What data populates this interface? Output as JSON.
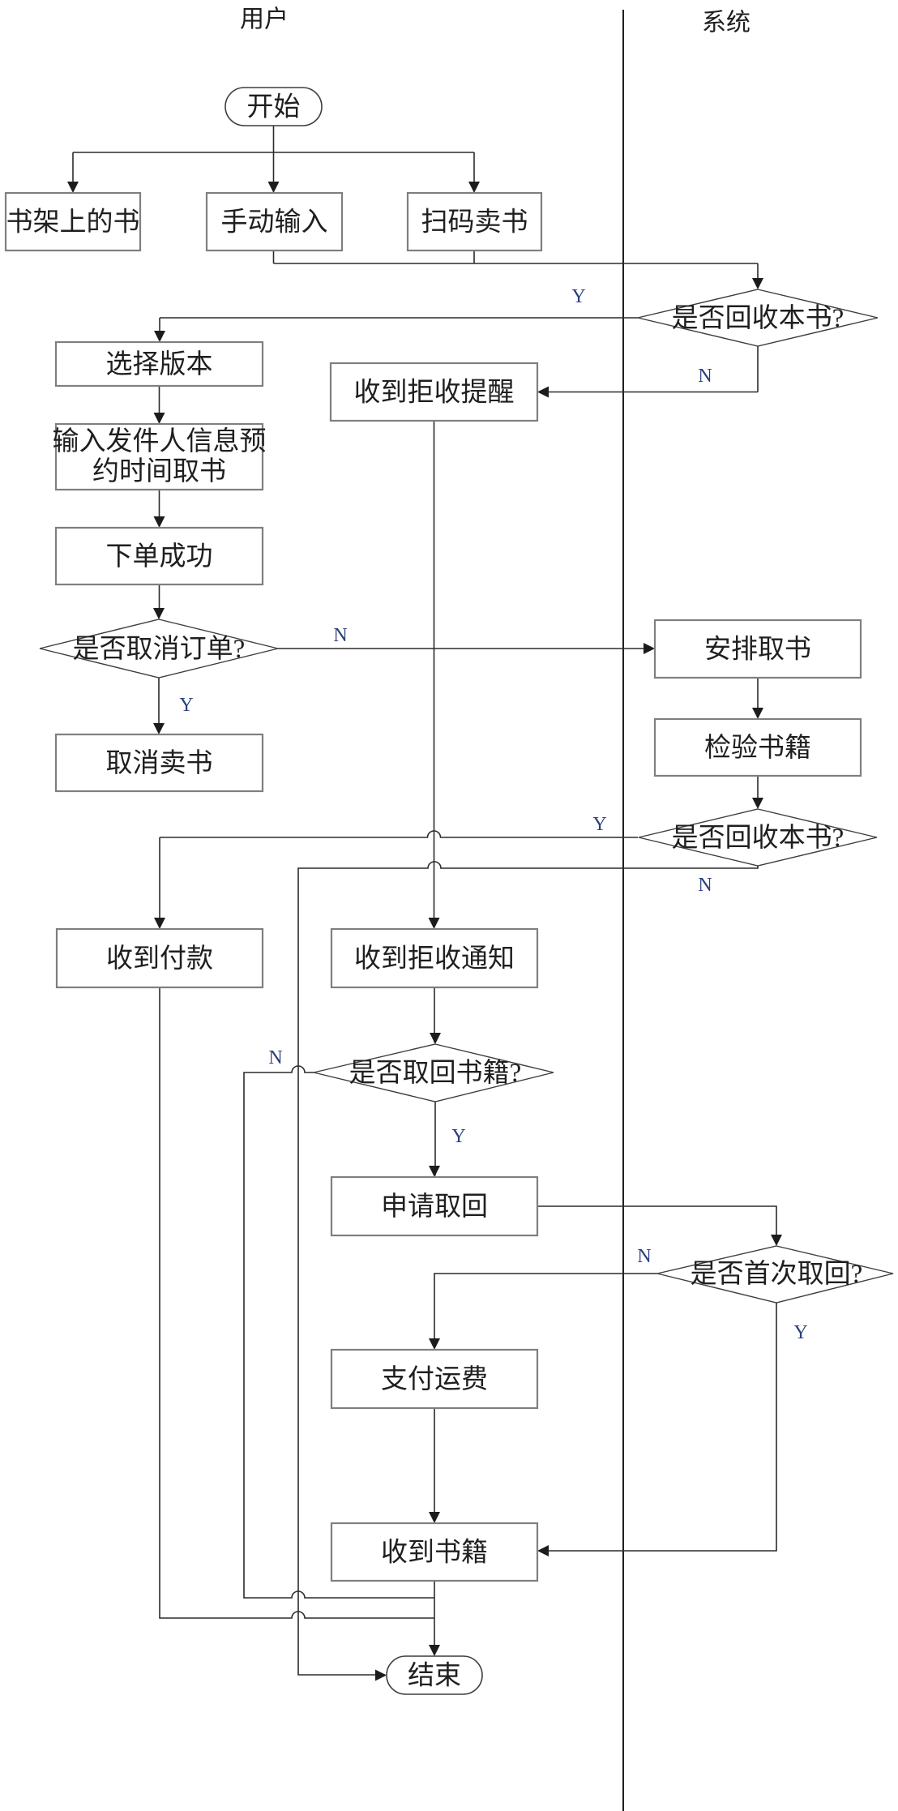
{
  "lanes": {
    "user": "用户",
    "system": "系统"
  },
  "nodes": {
    "start": "开始",
    "shelf_books": "书架上的书",
    "manual_input": "手动输入",
    "scan_sell": "扫码卖书",
    "recycle_decision_1": "是否回收本书?",
    "reject_reminder": "收到拒收提醒",
    "choose_version": "选择版本",
    "sender_info_line1": "输入发件人信息预",
    "sender_info_line2": "约时间取书",
    "order_success": "下单成功",
    "cancel_decision": "是否取消订单?",
    "cancel_sell": "取消卖书",
    "arrange_pickup": "安排取书",
    "inspect_books": "检验书籍",
    "recycle_decision_2": "是否回收本书?",
    "receive_payment": "收到付款",
    "reject_notice": "收到拒收通知",
    "retrieve_decision": "是否取回书籍?",
    "apply_retrieve": "申请取回",
    "first_retrieve_decision": "是否首次取回?",
    "pay_shipping": "支付运费",
    "receive_books": "收到书籍",
    "end": "结束"
  },
  "branch_labels": {
    "recycle_1": {
      "yes": "Y",
      "no": "N"
    },
    "cancel": {
      "yes": "Y",
      "no": "N"
    },
    "recycle_2": {
      "yes": "Y",
      "no": "N"
    },
    "retrieve": {
      "yes": "Y",
      "no": "N"
    },
    "first_retrieve": {
      "yes": "Y",
      "no": "N"
    }
  },
  "colors": {
    "flow_line": "#2b2b2b",
    "box_border": "#7f7f7f",
    "branch_label": "#2b3f7e",
    "text": "#1f1f1f"
  }
}
